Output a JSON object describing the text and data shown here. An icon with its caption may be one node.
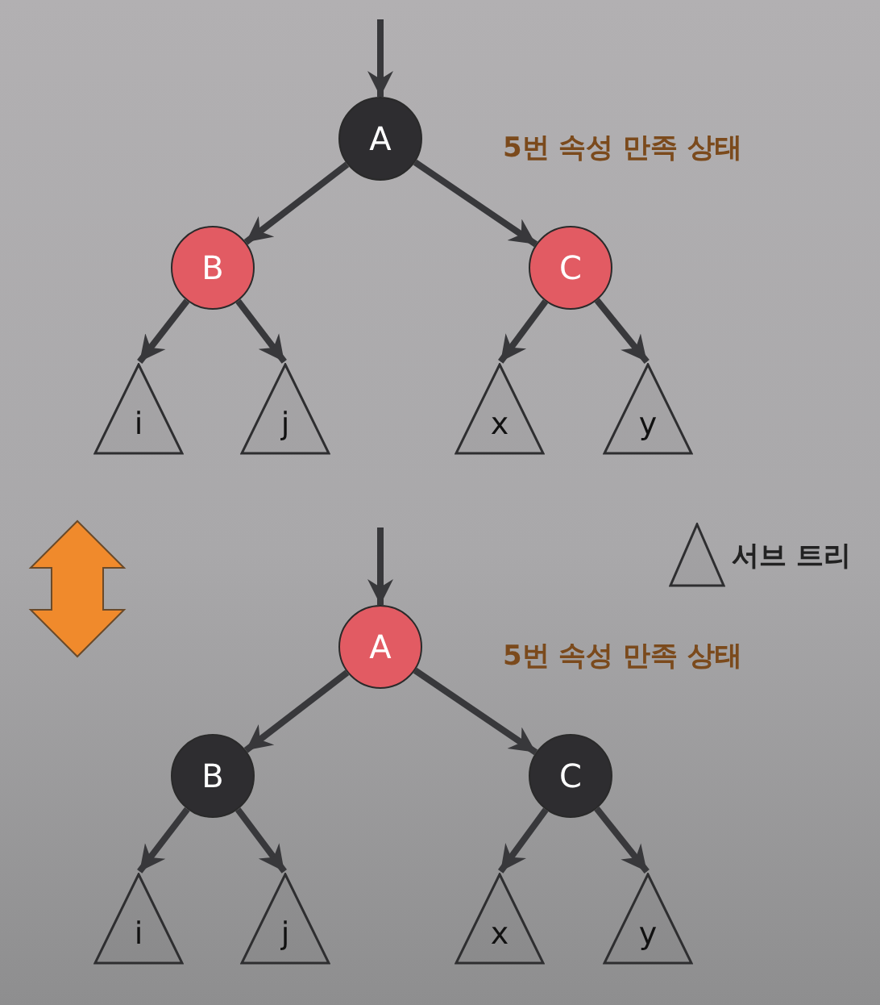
{
  "diagram": {
    "nodes": [
      {
        "text": [
          "A"
        ]
      },
      {
        "text": [
          "B"
        ]
      },
      {
        "text": [
          "C"
        ]
      },
      {
        "text": [
          "i"
        ]
      },
      {
        "text": [
          "j"
        ]
      },
      {
        "text": [
          "x"
        ]
      },
      {
        "text": [
          "y"
        ]
      },
      {
        "text": [
          "A"
        ]
      },
      {
        "text": [
          "B"
        ]
      },
      {
        "text": [
          "C"
        ]
      },
      {
        "text": [
          "i"
        ]
      },
      {
        "text": [
          "j"
        ]
      },
      {
        "text": [
          "x"
        ]
      },
      {
        "text": [
          "y"
        ]
      }
    ],
    "edges": [
      {
        "from": null,
        "to": 0,
        "arrow": "to"
      },
      {
        "from": 0,
        "to": 1,
        "arrow": "to"
      },
      {
        "from": 0,
        "to": 2,
        "arrow": "to"
      },
      {
        "from": 1,
        "to": 3,
        "arrow": "to"
      },
      {
        "from": 1,
        "to": 4,
        "arrow": "to"
      },
      {
        "from": 2,
        "to": 5,
        "arrow": "to"
      },
      {
        "from": 2,
        "to": 6,
        "arrow": "to"
      },
      {
        "from": null,
        "to": 7,
        "arrow": "to"
      },
      {
        "from": 7,
        "to": 8,
        "arrow": "to"
      },
      {
        "from": 7,
        "to": 9,
        "arrow": "to"
      },
      {
        "from": 8,
        "to": 10,
        "arrow": "to"
      },
      {
        "from": 8,
        "to": 11,
        "arrow": "to"
      },
      {
        "from": 9,
        "to": 12,
        "arrow": "to"
      },
      {
        "from": 9,
        "to": 13,
        "arrow": "to"
      }
    ],
    "labels": [
      "5번 속성 만족 상태",
      "5번 속성 만족 상태"
    ],
    "legend": [
      {
        "text": "서브 트리"
      }
    ]
  }
}
